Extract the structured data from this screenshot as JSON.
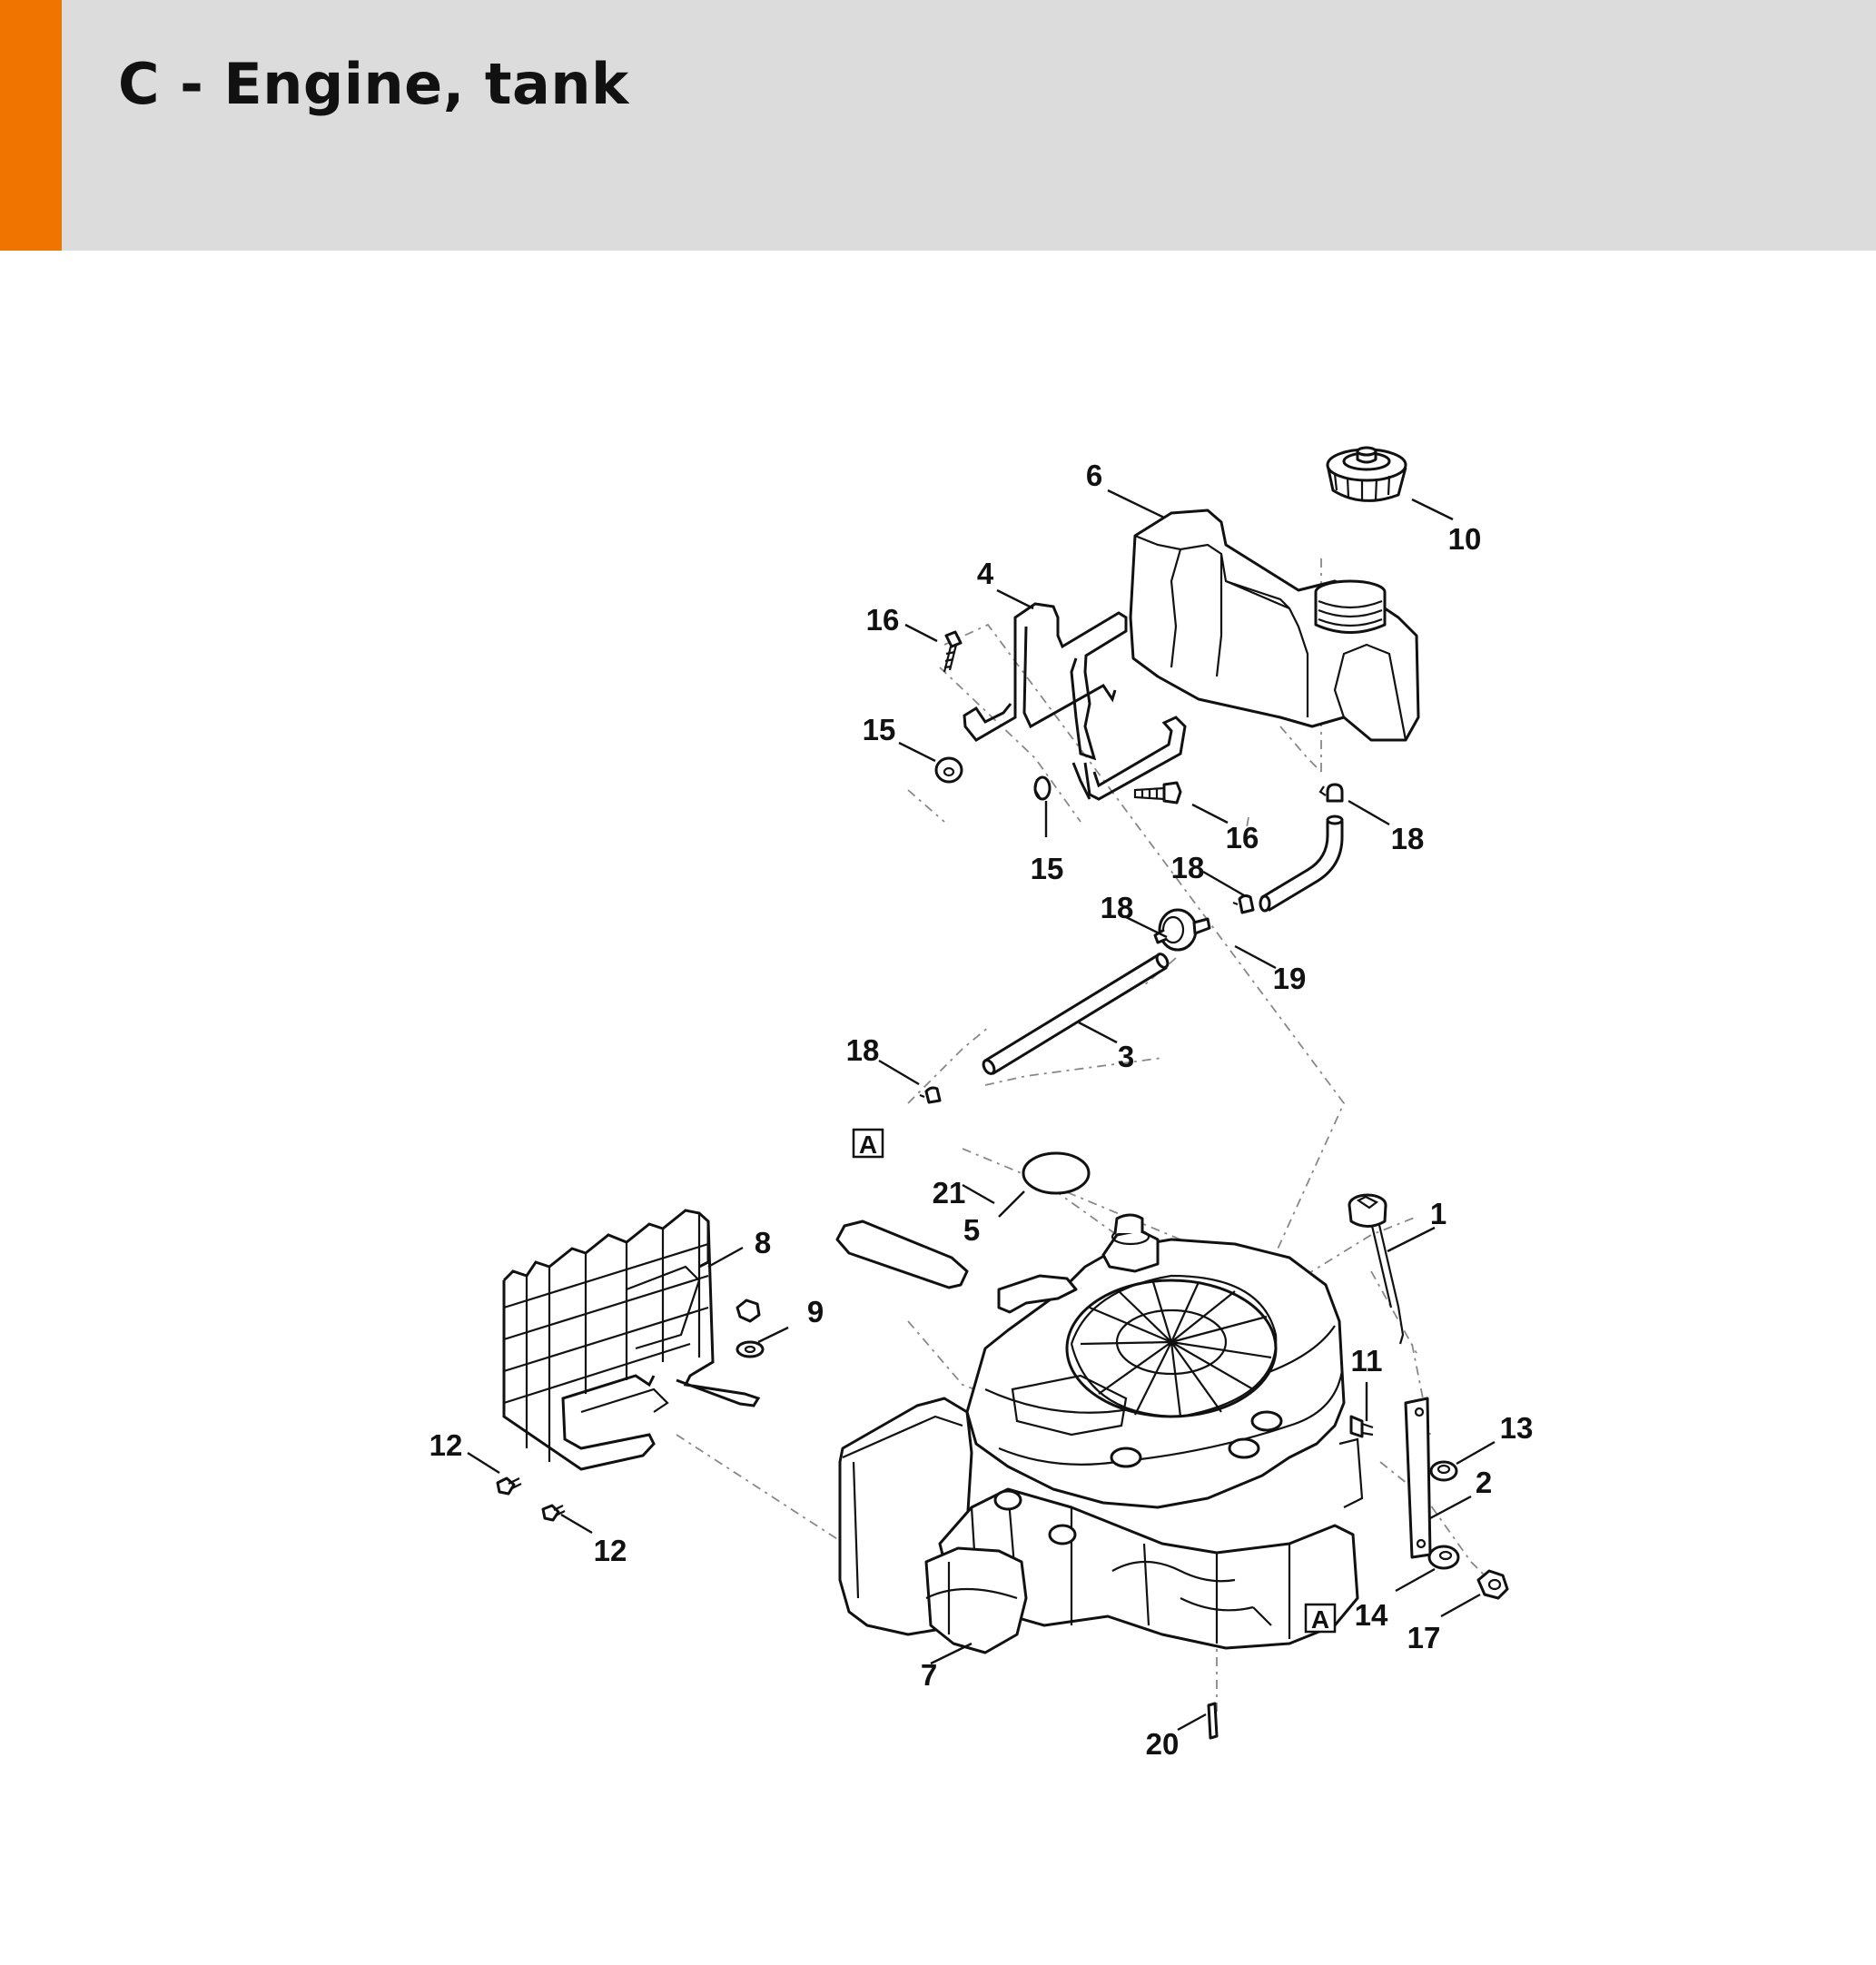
{
  "header": {
    "title": "C - Engine, tank",
    "accent_color": "#f07400",
    "background_color": "#dcdcdc"
  },
  "diagram": {
    "callouts": [
      "1",
      "2",
      "3",
      "4",
      "5",
      "6",
      "7",
      "8",
      "9",
      "10",
      "11",
      "12",
      "12",
      "13",
      "14",
      "15",
      "15",
      "16",
      "16",
      "17",
      "18",
      "18",
      "18",
      "18",
      "19",
      "20",
      "21"
    ],
    "section_marker": "A"
  }
}
